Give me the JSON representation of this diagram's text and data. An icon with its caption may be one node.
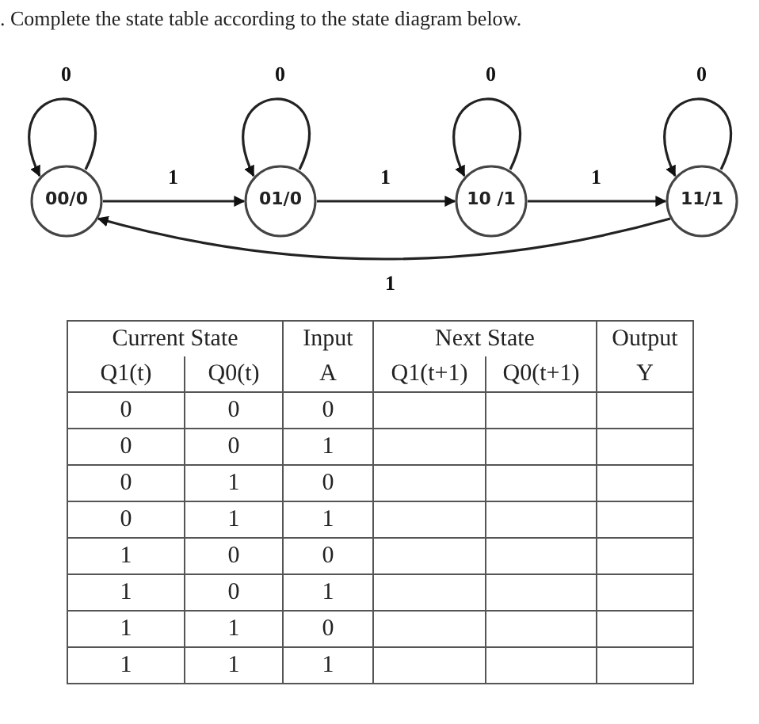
{
  "diagram": {
    "title": ". Complete the state table according to the state diagram below.",
    "nodes": [
      {
        "text": [
          "00/0"
        ]
      },
      {
        "text": [
          "01/0"
        ]
      },
      {
        "text": [
          "10 /1"
        ]
      },
      {
        "text": [
          "11/1"
        ]
      }
    ],
    "edges": [
      {
        "from": 0,
        "to": 0,
        "arrow": "to",
        "label": "0"
      },
      {
        "from": 1,
        "to": 1,
        "arrow": "to",
        "label": "0"
      },
      {
        "from": 2,
        "to": 2,
        "arrow": "to",
        "label": "0"
      },
      {
        "from": 3,
        "to": 3,
        "arrow": "to",
        "label": "0"
      },
      {
        "from": 0,
        "to": 1,
        "arrow": "to",
        "label": "1"
      },
      {
        "from": 1,
        "to": 2,
        "arrow": "to",
        "label": "1"
      },
      {
        "from": 2,
        "to": 3,
        "arrow": "to",
        "label": "1"
      },
      {
        "from": 3,
        "to": 0,
        "arrow": "to",
        "label": "1"
      }
    ],
    "labels": [
      "Current State",
      "Input",
      "Next  State",
      "Output",
      "Q1(t)",
      "Q0(t)",
      "A",
      "Q1(t+1)",
      "Q0(t+1)",
      "Y",
      "0",
      "0",
      "0",
      "0",
      "0",
      "1",
      "0",
      "1",
      "0",
      "0",
      "1",
      "1",
      "1",
      "0",
      "0",
      "1",
      "0",
      "1",
      "1",
      "1",
      "0",
      "1",
      "1",
      "1"
    ]
  }
}
